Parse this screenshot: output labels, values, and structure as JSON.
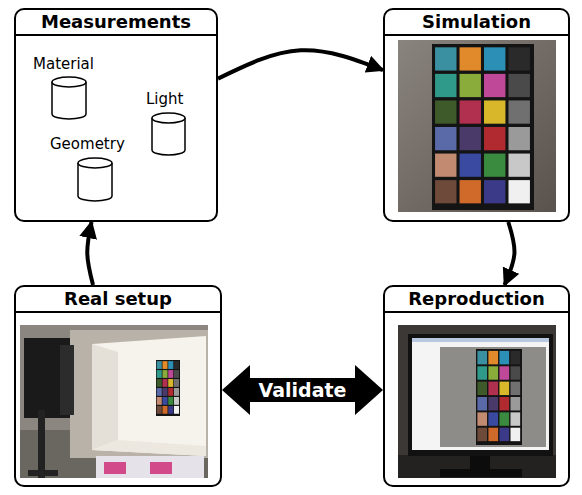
{
  "diagram": {
    "nodes": [
      {
        "text": [
          "Measurements"
        ]
      },
      {
        "text": [
          "Simulation"
        ]
      },
      {
        "text": [
          "Real setup"
        ]
      },
      {
        "text": [
          "Reproduction"
        ]
      }
    ],
    "edges": [
      {
        "from": 0,
        "to": 1,
        "arrow": "to"
      },
      {
        "from": 1,
        "to": 3,
        "arrow": "to"
      },
      {
        "from": 2,
        "to": 0,
        "arrow": "to"
      },
      {
        "from": 2,
        "to": 3,
        "label": "Validate",
        "arrow": "both"
      }
    ],
    "labels": [
      "Material",
      "Light",
      "Geometry"
    ]
  }
}
